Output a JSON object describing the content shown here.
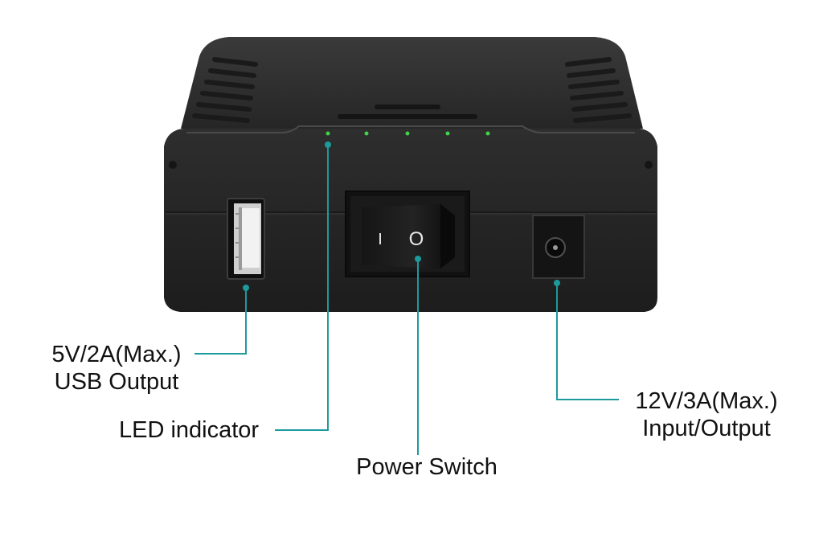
{
  "switch_marks": {
    "on": "I",
    "off": "O"
  },
  "callouts": {
    "usb": {
      "line1": "5V/2A(Max.)",
      "line2": "USB Output"
    },
    "led": {
      "line1": "LED indicator"
    },
    "power_switch": {
      "line1": "Power Switch"
    },
    "dc_port": {
      "line1": "12V/3A(Max.)",
      "line2": "Input/Output"
    }
  },
  "colors": {
    "leader": "#1d9a9c",
    "led_on": "#3fd24a",
    "body": "#2b2b2b",
    "label_text": "#111111"
  },
  "led_indicator": {
    "count": 5,
    "lit": 5
  },
  "icons": [
    "usb-port-icon",
    "rocker-switch-icon",
    "dc-jack-icon"
  ]
}
